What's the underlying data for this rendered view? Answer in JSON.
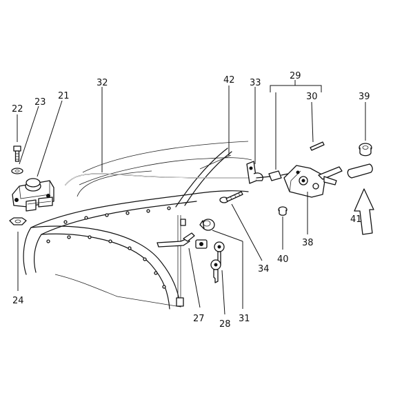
{
  "diagram": {
    "part_numbers": {
      "p21": "21",
      "p22": "22",
      "p23": "23",
      "p24": "24",
      "p27": "27",
      "p28": "28",
      "p29": "29",
      "p30": "30",
      "p31": "31",
      "p32": "32",
      "p33": "33",
      "p34": "34",
      "p38": "38",
      "p39": "39",
      "p40": "40",
      "p41": "41",
      "p42": "42"
    },
    "colors": {
      "line": "#111111",
      "background": "#ffffff"
    }
  }
}
